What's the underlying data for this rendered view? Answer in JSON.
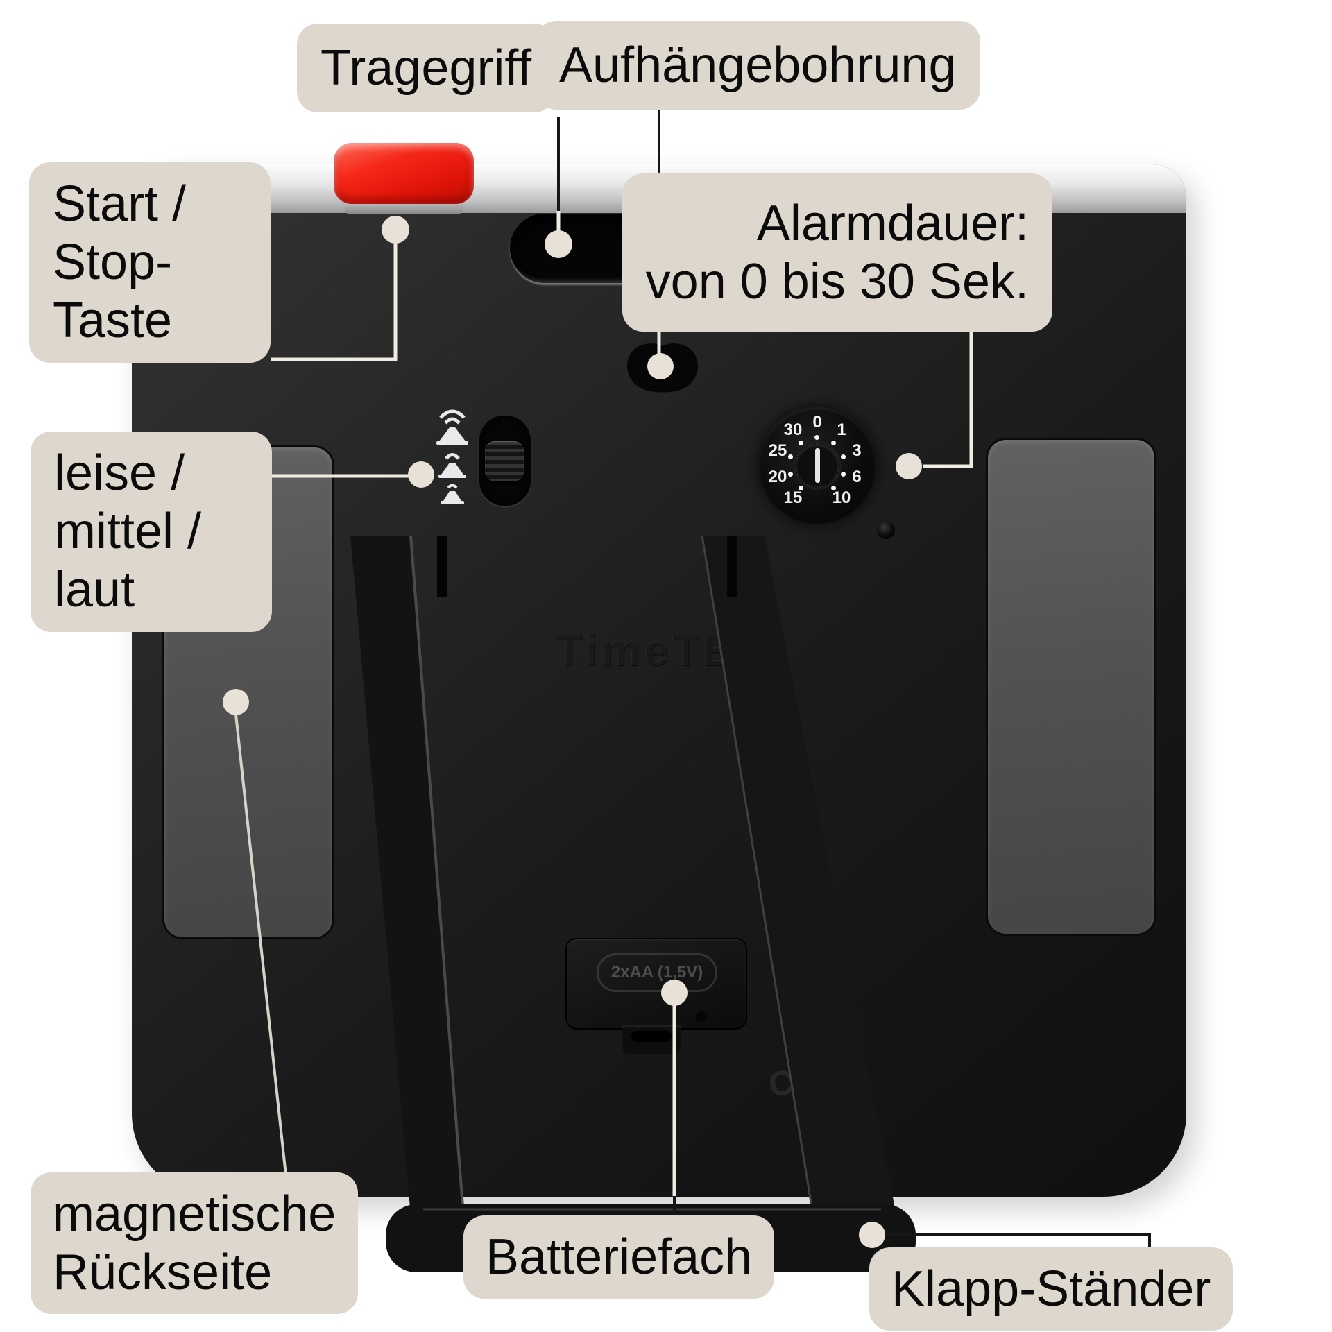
{
  "labels": {
    "tragegriff": "Tragegriff",
    "aufhaengebohrung": "Aufhängebohrung",
    "start_stop": "Start /\nStop-\nTaste",
    "alarmdauer": "Alarmdauer:\nvon 0 bis 30 Sek.",
    "volume": "leise /\nmittel /\nlaut",
    "magnetische_rueckseite": "magnetische\nRückseite",
    "batteriefach": "Batteriefach",
    "klapp_staender": "Klapp-Ständer"
  },
  "device": {
    "brand_embossed": "TimeTEX",
    "battery_embossed": "2xAA (1,5V)",
    "ce_mark": "CE"
  },
  "dial": {
    "values": [
      "0",
      "1",
      "3",
      "6",
      "10",
      "15",
      "20",
      "25",
      "30"
    ]
  },
  "colors": {
    "label_background": "#ddd7cd",
    "label_text": "#0b0b0b",
    "leader_light": "#f1ece3",
    "leader_dark": "#161616",
    "dot_beige": "#e7e1d7",
    "button_red": "#e01408",
    "device_black": "#1b1b1b",
    "magnet_gray": "#525252",
    "background": "#ffffff"
  }
}
